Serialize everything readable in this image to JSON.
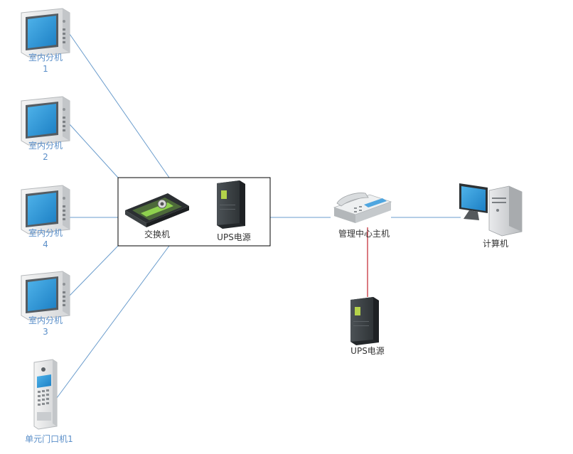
{
  "indoor_units": [
    {
      "label": "室内分机",
      "number": "1"
    },
    {
      "label": "室内分机",
      "number": "2"
    },
    {
      "label": "室内分机",
      "number": "4"
    },
    {
      "label": "室内分机",
      "number": "3"
    }
  ],
  "door_station": {
    "label": "单元门口机1"
  },
  "group_box": {
    "switch_label": "交换机",
    "ups_label": "UPS电源"
  },
  "management_host": {
    "label": "管理中心主机"
  },
  "computer": {
    "label": "计算机"
  },
  "ups_standalone": {
    "label": "UPS电源"
  },
  "colors": {
    "link_line": "#6a9ccc",
    "power_line": "#c0202a",
    "label_text": "#5b8fc9",
    "box_border": "#000000"
  },
  "icons": {
    "indoor_unit": "indoor-monitor-icon",
    "door_station": "door-intercom-icon",
    "switch": "network-switch-icon",
    "ups": "ups-power-icon",
    "host": "desk-phone-icon",
    "computer": "desktop-computer-icon"
  }
}
